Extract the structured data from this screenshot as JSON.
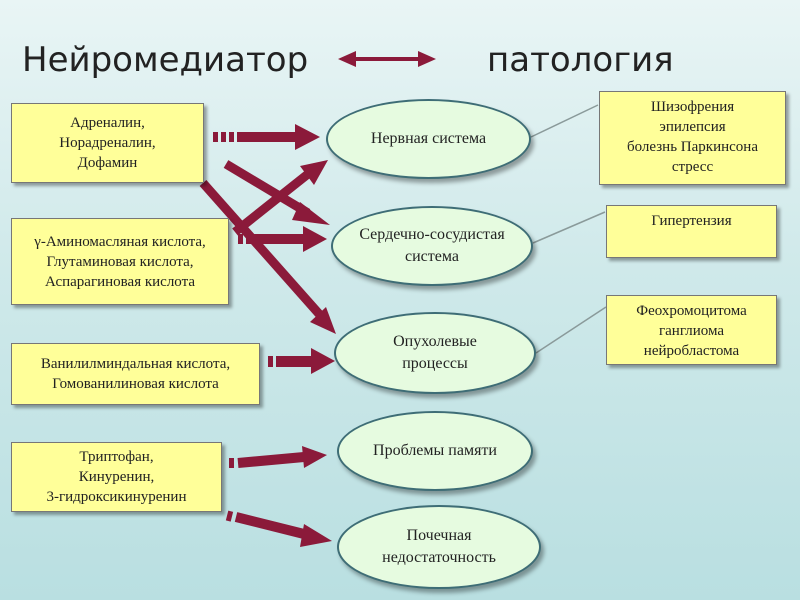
{
  "title": {
    "left": "Нейромедиатор",
    "right": "патология"
  },
  "sources": [
    [
      "Адреналин,",
      "Норадреналин,",
      "Дофамин"
    ],
    [
      "γ-Аминомасляная кислота,",
      "Глутаминовая кислота,",
      "Аспарагиновая кислота"
    ],
    [
      "Ванилилминдальная кислота,",
      "Гомованилиновая кислота"
    ],
    [
      "Триптофан,",
      "Кинуренин,",
      "3-гидроксикинуренин"
    ]
  ],
  "systems": [
    [
      "Нервная система"
    ],
    [
      "Сердечно-сосудистая",
      "система"
    ],
    [
      "Опухолевые",
      "процессы"
    ],
    [
      "Проблемы памяти"
    ],
    [
      "Почечная",
      "недостаточность"
    ]
  ],
  "pathologies": [
    [
      "Шизофрения",
      "эпилепсия",
      "болезнь Паркинсона",
      "стресс"
    ],
    [
      "Гипертензия"
    ],
    [
      "Феохромоцитома",
      "ганглиома",
      "нейробластома"
    ]
  ],
  "colors": {
    "arrow": "#8b1a3a",
    "source_fill": "#ffff99",
    "ellipse_fill": "#e6fbe0",
    "ellipse_border": "#3e6d76",
    "connector": "#8a9a9a"
  }
}
